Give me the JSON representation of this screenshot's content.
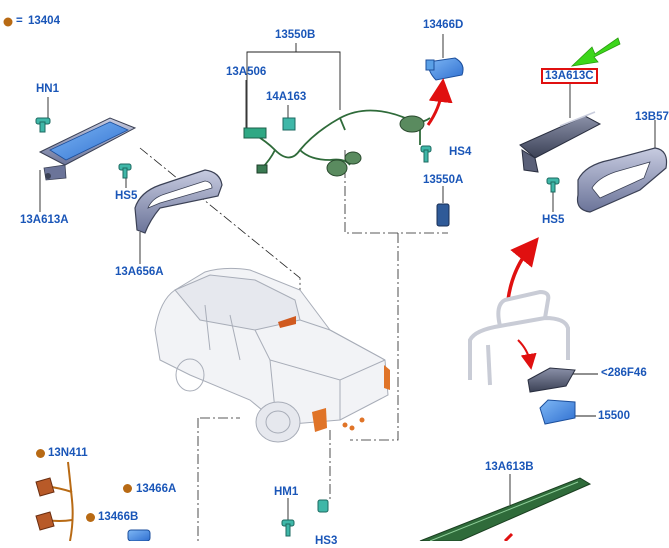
{
  "legend": {
    "equals": "=",
    "code": "13404",
    "dot_color": "#b86a14"
  },
  "labels": {
    "l_13550B": "13550B",
    "l_13466D": "13466D",
    "l_13A613C": "13A613C",
    "l_13A506": "13A506",
    "l_HN1": "HN1",
    "l_14A163": "14A163",
    "l_13B57": "13B57",
    "l_HS4": "HS4",
    "l_13550A": "13550A",
    "l_HS5a": "HS5",
    "l_13A613A": "13A613A",
    "l_HS5b": "HS5",
    "l_13A656A": "13A656A",
    "l_286F46": "<286F46",
    "l_15500": "15500",
    "l_13N411": "13N411",
    "l_13466A": "13466A",
    "l_13A613B": "13A613B",
    "l_13466B": "13466B",
    "l_HM1": "HM1",
    "l_HS3": "HS3"
  },
  "colors": {
    "label_text": "#1a56b8",
    "highlight_box": "#e01010",
    "green_arrow": "#3cd61a",
    "red_arrow": "#e01010",
    "part_blue": "#4a8ee0",
    "housing_grey": "#8a93b8",
    "harness_green": "#2f6b3a"
  },
  "icons": [
    "green-pointer-arrow-icon",
    "red-curved-arrow-icon",
    "legend-dot-icon"
  ]
}
